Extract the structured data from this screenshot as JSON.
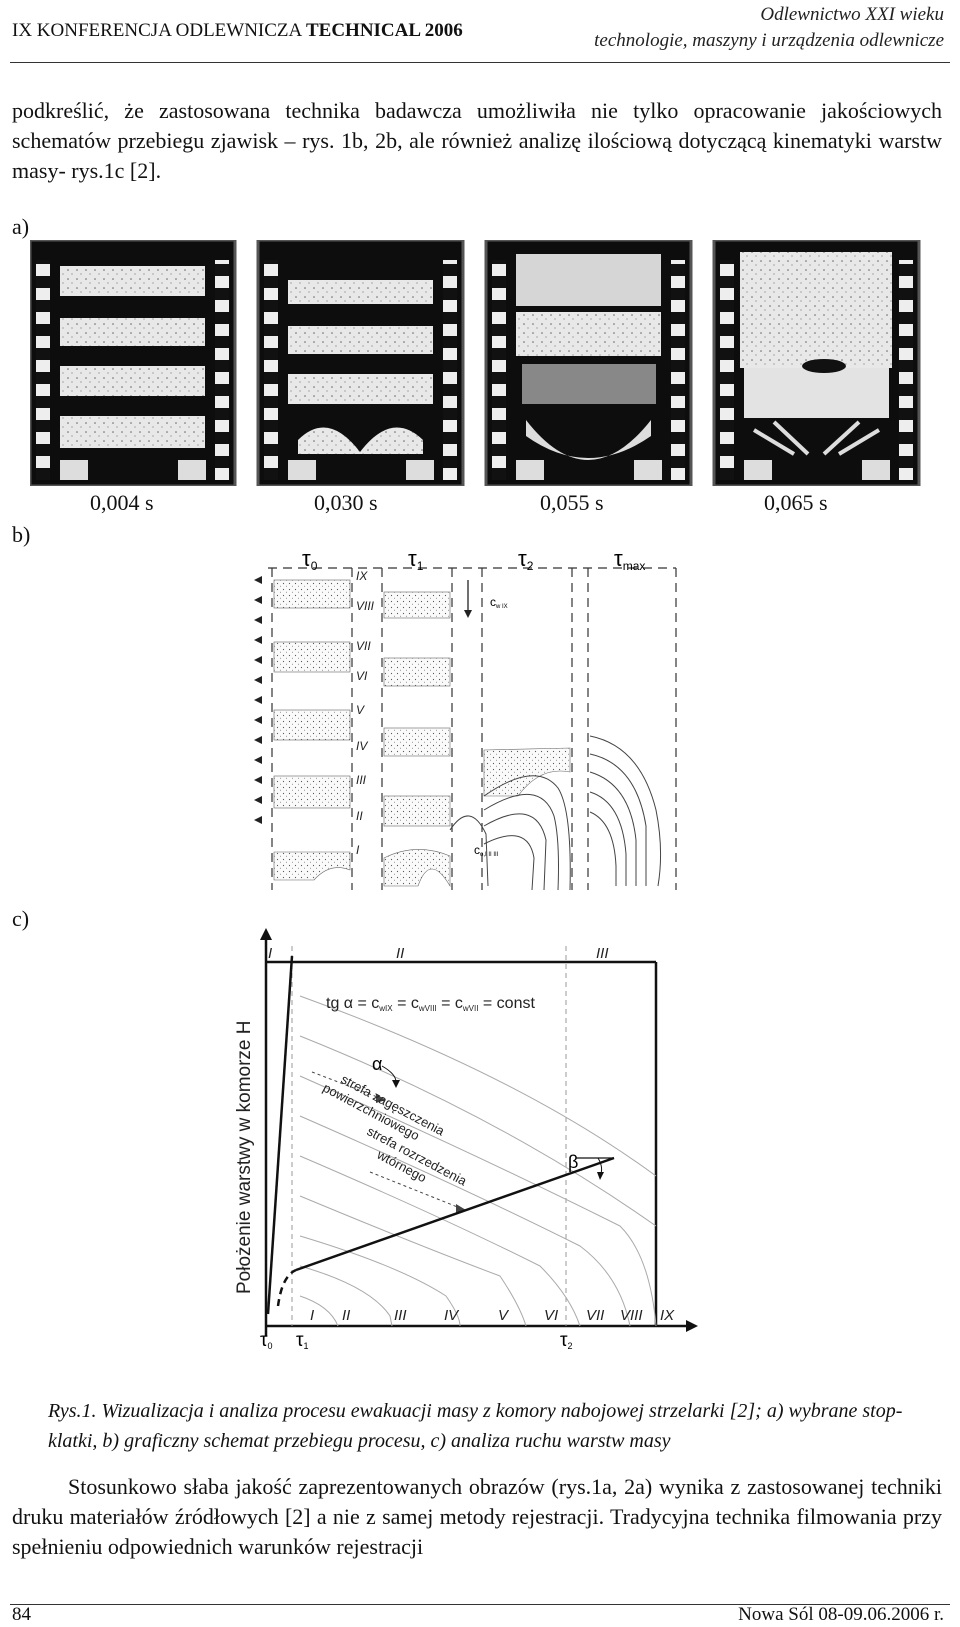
{
  "header": {
    "conference_prefix": "IX KONFERENCJA ODLEWNICZA",
    "conference_bold": "TECHNICAL 2006",
    "journal_line1": "Odlewnictwo XXI wieku",
    "journal_line2": "technologie, maszyny i urządzenia odlewnicze"
  },
  "intro_paragraph": "podkreślić, że zastosowana technika badawcza umożliwiła nie tylko opracowanie jakościowych schematów przebiegu zjawisk – rys. 1b, 2b, ale również analizę ilościową dotyczącą kinematyki warstw masy- rys.1c [2].",
  "figure": {
    "label_a": "a)",
    "label_b": "b)",
    "label_c": "c)",
    "frame_times": [
      "0,004 s",
      "0,030 s",
      "0,055 s",
      "0,065 s"
    ],
    "schema": {
      "tau_labels": [
        {
          "sym": "τ",
          "sub": "0"
        },
        {
          "sym": "τ",
          "sub": "1"
        },
        {
          "sym": "τ",
          "sub": "2"
        },
        {
          "sym": "τ",
          "sub": "max"
        }
      ],
      "layers": [
        "IX",
        "VIII",
        "VII",
        "VI",
        "V",
        "IV",
        "III",
        "II",
        "I"
      ],
      "c_top": "c",
      "c_top_sub": "w IX",
      "c_bottom": "c",
      "c_bottom_sub": "o,I II III"
    },
    "chart_c": {
      "ylabel": "Położenie warstwy w komorze H",
      "zones": [
        "I",
        "II",
        "III"
      ],
      "formula": {
        "prefix": "tg α = c",
        "s1": "wIX",
        "mid1": " = c",
        "s2": "wVIII",
        "mid2": " = c",
        "s3": "wVII",
        "suffix": " = const"
      },
      "alpha": "α",
      "beta": "β",
      "zone_text_1": [
        "strefa zagęszczenia",
        "powierzchniowego"
      ],
      "zone_text_2": [
        "strefa rozrzedzenia",
        "wtórnego"
      ],
      "bottom_layers": [
        "I",
        "II",
        "III",
        "IV",
        "V",
        "VI",
        "VII",
        "VIII",
        "IX"
      ],
      "x_ticks": [
        {
          "sym": "τ",
          "sub": "0"
        },
        {
          "sym": "τ",
          "sub": "1"
        },
        {
          "sym": "τ",
          "sub": "2"
        }
      ]
    }
  },
  "caption": "Rys.1. Wizualizacja i analiza procesu ewakuacji masy z komory nabojowej strzelarki [2]; a) wybrane stop-klatki, b) graficzny schemat przebiegu procesu, c) analiza ruchu warstw masy",
  "body_paragraph": "Stosunkowo słaba jakość zaprezentowanych obrazów (rys.1a, 2a) wynika z zastosowanej techniki druku materiałów źródłowych [2] a nie z samej metody rejestracji. Tradycyjna technika filmowania przy spełnieniu odpowiednich warunków rejestracji",
  "footer": {
    "page_number": "84",
    "location_date": "Nowa Sól 08-09.06.2006 r."
  }
}
